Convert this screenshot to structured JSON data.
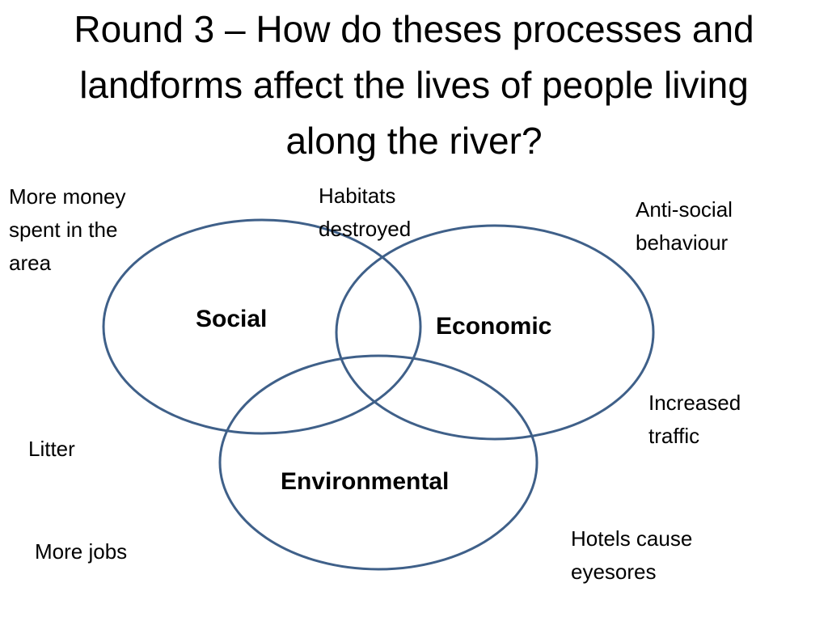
{
  "slide": {
    "title": "Round 3 – How do theses processes and landforms affect the lives of people living along the river?"
  },
  "venn": {
    "stroke_color": "#3f6089",
    "circles": {
      "social": "Social",
      "economic": "Economic",
      "environmental": "Environmental"
    }
  },
  "notes": {
    "more_money": [
      "More money",
      "spent in the",
      "area"
    ],
    "habitats": [
      "Habitats",
      "destroyed"
    ],
    "anti_social": [
      "Anti-social",
      "behaviour"
    ],
    "increased_traffic": [
      "Increased",
      "traffic"
    ],
    "litter": "Litter",
    "hotels": [
      "Hotels cause",
      "eyesores"
    ],
    "more_jobs": "More jobs"
  }
}
